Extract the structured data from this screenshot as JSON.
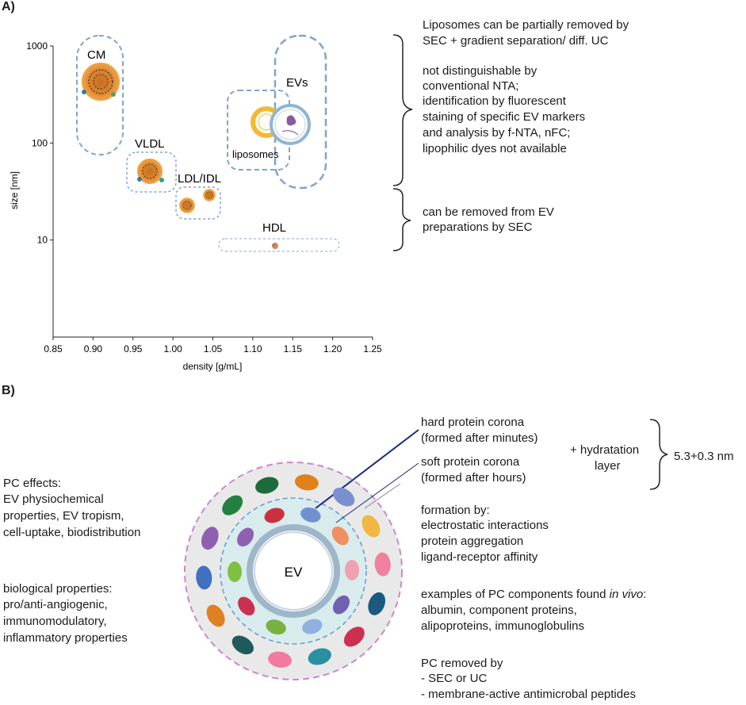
{
  "panelA": {
    "label": "A)",
    "chart_data": {
      "type": "scatter",
      "xlabel": "density [g/mL]",
      "ylabel": "size [nm]",
      "xlim": [
        0.85,
        1.25
      ],
      "ylim": [
        1,
        1000
      ],
      "yscale": "log",
      "x_ticks": [
        "0.85",
        "0.90",
        "0.95",
        "1.00",
        "1.05",
        "1.10",
        "1.15",
        "1.20",
        "1.25"
      ],
      "y_ticks": [
        "10",
        "100",
        "1000"
      ],
      "grid": false,
      "particles": [
        {
          "name": "CM",
          "x": 0.9,
          "y": 400
        },
        {
          "name": "VLDL",
          "x": 0.965,
          "y": 55
        },
        {
          "name": "LDL/IDL",
          "x": 1.01,
          "y": 25
        },
        {
          "name": "LDL/IDL",
          "x": 1.045,
          "y": 29
        },
        {
          "name": "liposomes",
          "x": 1.11,
          "y": 170
        },
        {
          "name": "EVs",
          "x": 1.15,
          "y": 170
        },
        {
          "name": "HDL",
          "x": 1.125,
          "y": 9
        }
      ],
      "region_labels": [
        "CM",
        "VLDL",
        "LDL/IDL",
        "HDL",
        "EVs",
        "liposomes"
      ]
    },
    "notes": [
      "Liposomes can be partially removed by",
      "SEC + gradient separation/ diff. UC",
      "not distinguishable by",
      "conventional NTA;",
      "identification by fluorescent",
      "staining of specific EV markers",
      "and analysis by f-NTA, nFC;",
      "lipophilic dyes not available",
      "can be removed from EV",
      "preparations by SEC"
    ]
  },
  "panelB": {
    "label": "B)",
    "center_label": "EV",
    "hard_corona": [
      "hard protein corona",
      "(formed after minutes)"
    ],
    "soft_corona": [
      "soft protein corona",
      "(formed after hours)"
    ],
    "hydration": [
      "+ hydratation",
      "layer"
    ],
    "thickness": "5.3+0.3 nm",
    "pc_effects": [
      "PC effects:",
      "EV physiochemical",
      "properties, EV tropism,",
      "cell-uptake, biodistribution"
    ],
    "bio_props": [
      "biological properties:",
      "pro/anti-angiogenic,",
      "immunomodulatory,",
      "inflammatory properties"
    ],
    "formation": [
      "formation by:",
      "electrostatic interactions",
      "protein aggregation",
      "ligand-receptor affinity"
    ],
    "examples_prefix": "examples of PC components found ",
    "examples_italic": "in vivo",
    "examples_suffix": ":",
    "examples": [
      "albumin, component proteins,",
      "alipoproteins, immunoglobulins"
    ],
    "removed": [
      "PC removed by",
      "- SEC or UC",
      "- membrane-active antimicrobal peptides"
    ],
    "colors": {
      "outer_ring": "#e9e9e9",
      "inner_ring": "#d8ecee",
      "dashed_outer": "#cc88cc",
      "dashed_inner": "#6699cc",
      "vesicle": "#9fb6c8"
    }
  }
}
